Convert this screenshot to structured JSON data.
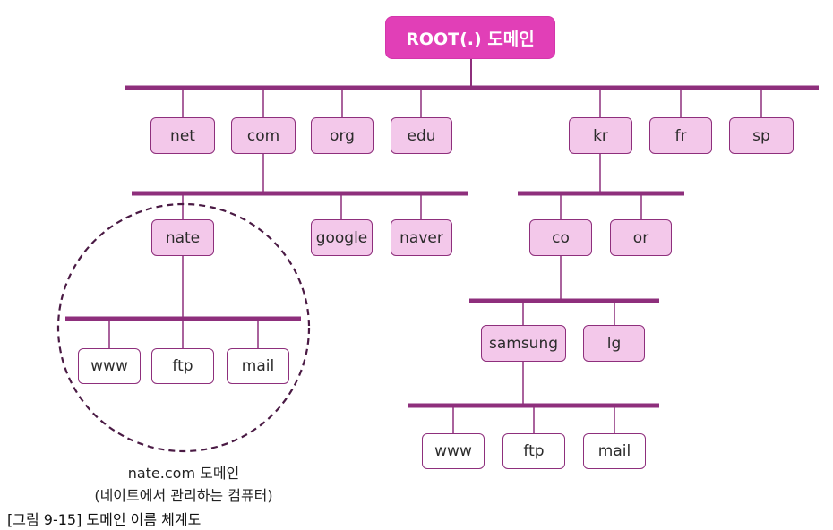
{
  "root": {
    "label": "ROOT(.) 도메인"
  },
  "top_level": {
    "net": "net",
    "com": "com",
    "org": "org",
    "edu": "edu",
    "kr": "kr",
    "fr": "fr",
    "sp": "sp"
  },
  "com_children": {
    "nate": "nate",
    "google": "google",
    "naver": "naver"
  },
  "nate_children": {
    "www": "www",
    "ftp": "ftp",
    "mail": "mail"
  },
  "kr_children": {
    "co": "co",
    "or": "or"
  },
  "co_children": {
    "samsung": "samsung",
    "lg": "lg"
  },
  "samsung_children": {
    "www": "www",
    "ftp": "ftp",
    "mail": "mail"
  },
  "annotation": {
    "line1": "nate.com 도메인",
    "line2": "(네이트에서 관리하는 컴퓨터)"
  },
  "figure_caption": "[그림 9-15] 도메인 이름 체계도",
  "colors": {
    "line": "#8e2f7c",
    "node_fill": "#f3c8ea",
    "root_fill": "#e13fb7",
    "leaf_fill": "#ffffff"
  }
}
